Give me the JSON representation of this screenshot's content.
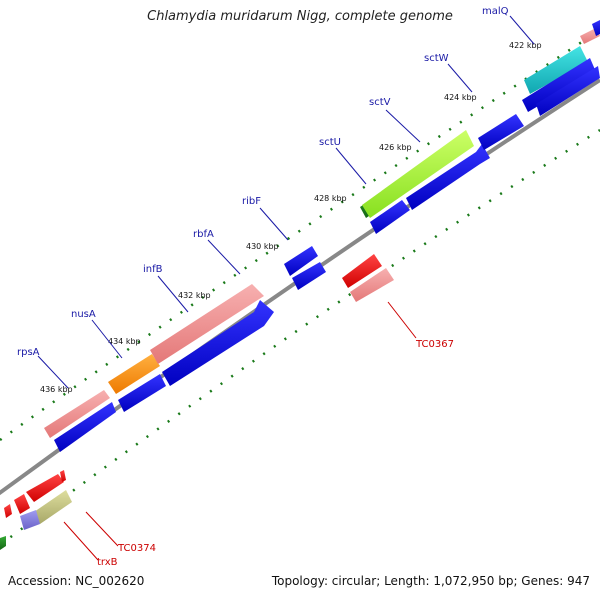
{
  "title": "Chlamydia muridarum Nigg, complete genome",
  "footer": {
    "accession": "Accession: NC_002620",
    "summary": "Topology: circular; Length: 1,072,950 bp; Genes: 947"
  },
  "colors": {
    "backbone": "#888888",
    "forward_strand": "#0000e0",
    "reverse_strand": "#ff0000",
    "tick": "#1a7a1a",
    "label_blue": "#1a1aa6",
    "label_red": "#cc0000"
  },
  "kbp_labels": [
    "422 kbp",
    "424 kbp",
    "426 kbp",
    "428 kbp",
    "430 kbp",
    "432 kbp",
    "434 kbp",
    "436 kbp"
  ],
  "gene_labels": {
    "forward": [
      "malQ",
      "sctW",
      "sctV",
      "sctU",
      "ribF",
      "rbfA",
      "infB",
      "nusA",
      "rpsA"
    ],
    "reverse": [
      "TC0367",
      "TC0374",
      "trxB"
    ]
  }
}
